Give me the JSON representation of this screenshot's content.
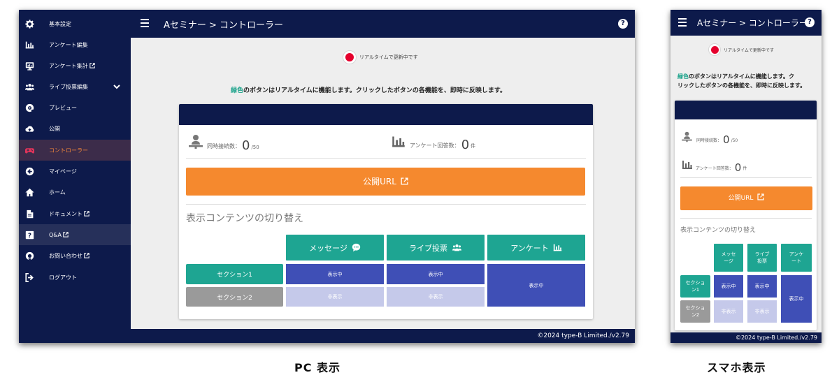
{
  "sidebar": {
    "items": [
      {
        "label": "基本設定",
        "icon": "gear-icon"
      },
      {
        "label": "アンケート編集",
        "icon": "bar-chart-icon"
      },
      {
        "label": "アンケート集計",
        "icon": "monitor-icon"
      },
      {
        "label": "ライブ投票編集",
        "icon": "users-icon"
      },
      {
        "label": "プレビュー",
        "icon": "eye-icon"
      },
      {
        "label": "公開",
        "icon": "cloud-upload-icon"
      },
      {
        "label": "コントローラー",
        "icon": "gamepad-icon"
      },
      {
        "label": "マイページ",
        "icon": "arrow-left-circle-icon"
      },
      {
        "label": "ホーム",
        "icon": "home-icon"
      },
      {
        "label": "ドキュメント",
        "icon": "document-icon"
      },
      {
        "label": "Q&A",
        "icon": "question-box-icon"
      },
      {
        "label": "お問い合わせ",
        "icon": "support-icon"
      },
      {
        "label": "ログアウト",
        "icon": "logout-icon"
      }
    ]
  },
  "header": {
    "title": "Aセミナー > コントローラー"
  },
  "live": {
    "text": "リアルタイムで更新中です"
  },
  "info": {
    "highlight": "緑色",
    "rest": "のボタンはリアルタイムに機能します。クリックしたボタンの各機能を、即時に反映します。"
  },
  "mobile_info": {
    "line1_rest": "のボタンはリアルタイムに機能します。ク",
    "line2": "リックしたボタンの各機能を、即時に反映します。"
  },
  "stats": {
    "connections": {
      "label": "同時接続数：",
      "value": "0",
      "unit": "/50"
    },
    "answers": {
      "label": "アンケート回答数：",
      "value": "0",
      "unit": "件"
    }
  },
  "public_url": {
    "label": "公開URL"
  },
  "contents": {
    "title": "表示コンテンツの切り替え",
    "columns": [
      "メッセージ",
      "ライブ投票",
      "アンケート"
    ],
    "mobile_columns": [
      [
        "メッセ",
        "ージ"
      ],
      [
        "ライブ",
        "投票"
      ],
      [
        "アンケ",
        "ート"
      ]
    ],
    "sections": [
      "セクション1",
      "セクション2"
    ],
    "mobile_sections": [
      [
        "セクショ",
        "ン1"
      ],
      [
        "セクショ",
        "ン2"
      ]
    ],
    "showing": "表示中",
    "hidden": "非表示"
  },
  "footer": {
    "copyright": "©2024 type-B Limited./v2.79"
  },
  "captions": {
    "pc": "PC 表示",
    "mobile": "スマホ表示"
  },
  "colors": {
    "navy": "#0d1a4b",
    "accent_orange": "#f5892e",
    "green": "#1ea592",
    "indigo": "#3f4fb6",
    "pale_indigo": "#c5c9ea",
    "record_red": "#e5002d"
  }
}
